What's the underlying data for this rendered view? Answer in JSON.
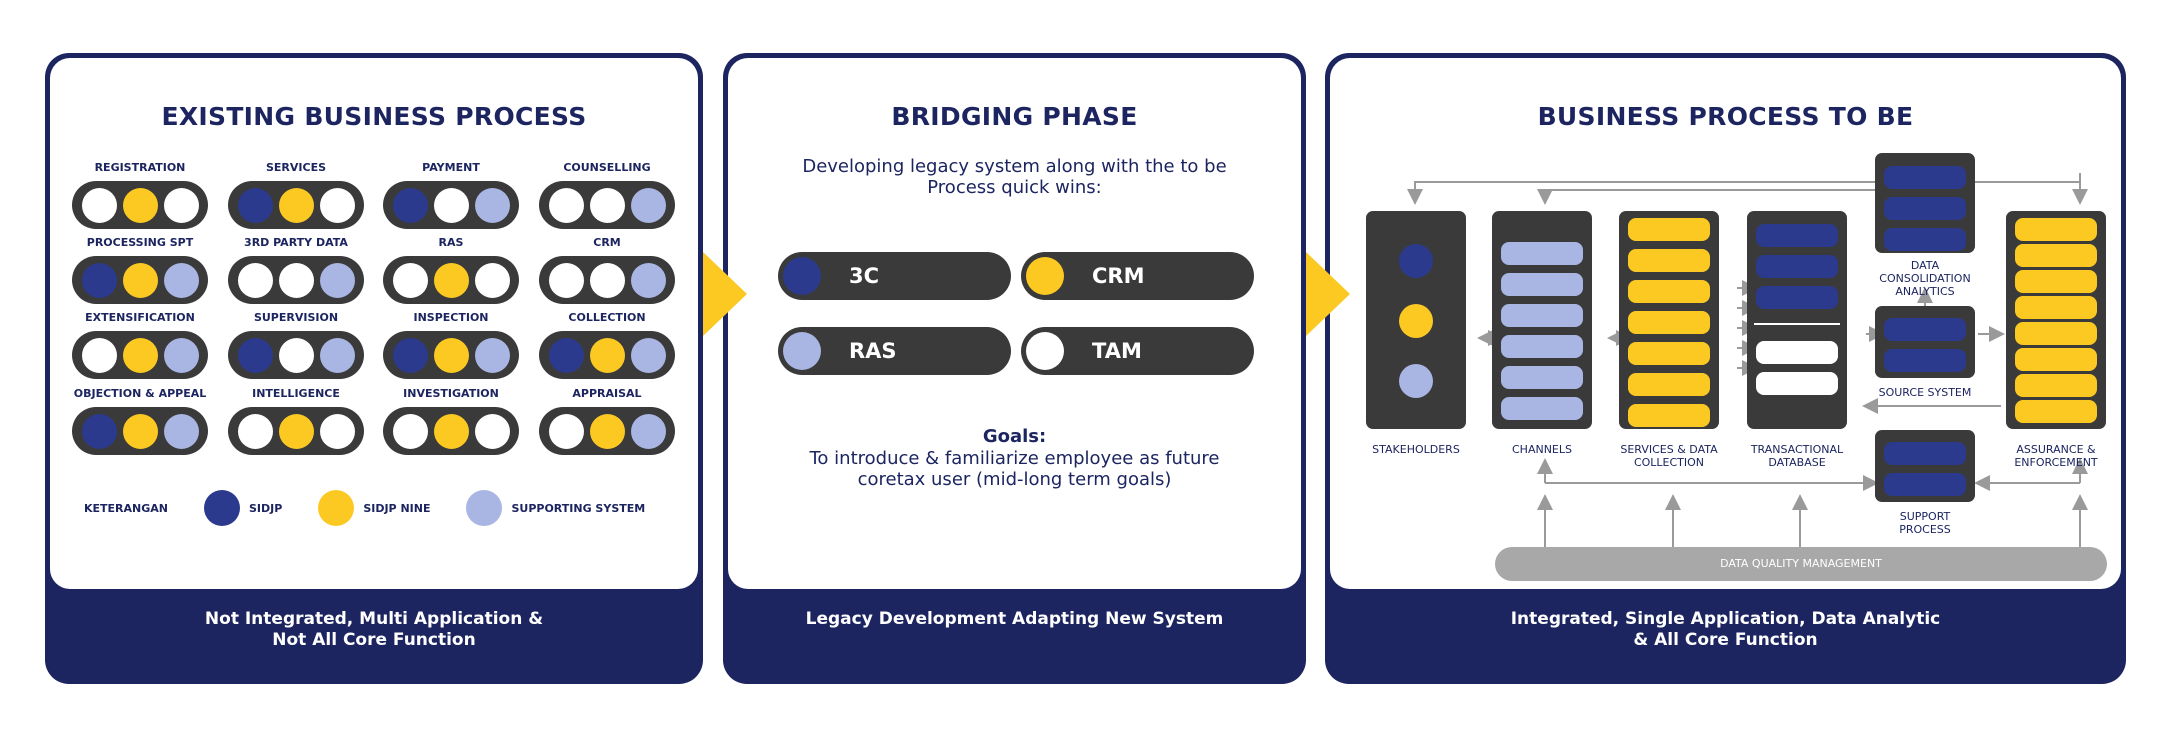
{
  "panel1": {
    "title": "EXISTING BUSINESS PROCESS",
    "footer": "Not Integrated, Multi Application &\nNot All Core Function",
    "groups": [
      {
        "label": "REGISTRATION",
        "dots": [
          "white",
          "yellow",
          "white"
        ]
      },
      {
        "label": "SERVICES",
        "dots": [
          "navy",
          "yellow",
          "white"
        ]
      },
      {
        "label": "PAYMENT",
        "dots": [
          "navy",
          "white",
          "light"
        ]
      },
      {
        "label": "COUNSELLING",
        "dots": [
          "white",
          "white",
          "light"
        ]
      },
      {
        "label": "PROCESSING SPT",
        "dots": [
          "navy",
          "yellow",
          "light"
        ]
      },
      {
        "label": "3RD PARTY DATA",
        "dots": [
          "white",
          "white",
          "light"
        ]
      },
      {
        "label": "RAS",
        "dots": [
          "white",
          "yellow",
          "white"
        ]
      },
      {
        "label": "CRM",
        "dots": [
          "white",
          "white",
          "light"
        ]
      },
      {
        "label": "EXTENSIFICATION",
        "dots": [
          "white",
          "yellow",
          "light"
        ]
      },
      {
        "label": "SUPERVISION",
        "dots": [
          "navy",
          "white",
          "light"
        ]
      },
      {
        "label": "INSPECTION",
        "dots": [
          "navy",
          "yellow",
          "light"
        ]
      },
      {
        "label": "COLLECTION",
        "dots": [
          "navy",
          "yellow",
          "light"
        ]
      },
      {
        "label": "OBJECTION & APPEAL",
        "dots": [
          "navy",
          "yellow",
          "light"
        ]
      },
      {
        "label": "INTELLIGENCE",
        "dots": [
          "white",
          "yellow",
          "white"
        ]
      },
      {
        "label": "INVESTIGATION",
        "dots": [
          "white",
          "yellow",
          "white"
        ]
      },
      {
        "label": "APPRAISAL",
        "dots": [
          "white",
          "yellow",
          "light"
        ]
      }
    ],
    "legend": {
      "title": "KETERANGAN",
      "items": [
        {
          "label": "SIDJP",
          "color": "navy"
        },
        {
          "label": "SIDJP NINE",
          "color": "yellow"
        },
        {
          "label": "SUPPORTING SYSTEM",
          "color": "light"
        }
      ]
    }
  },
  "panel2": {
    "title": "BRIDGING PHASE",
    "description": "Developing legacy system along with the to be Process quick wins:",
    "systems": [
      {
        "label": "3C",
        "color": "navy"
      },
      {
        "label": "CRM",
        "color": "yellow"
      },
      {
        "label": "RAS",
        "color": "light"
      },
      {
        "label": "TAM",
        "color": "white"
      }
    ],
    "goals_title": "Goals:",
    "goals_text": "To introduce & familiarize employee as future coretax user (mid-long term goals)",
    "footer": "Legacy Development Adapting New System"
  },
  "panel3": {
    "title": "BUSINESS PROCESS TO BE",
    "labels": {
      "stakeholders": "STAKEHOLDERS",
      "channels": "CHANNELS",
      "services": "SERVICES & DATA\nCOLLECTION",
      "transactional": "TRANSACTIONAL\nDATABASE",
      "analytics": "DATA CONSOLIDATION\nANALYTICS",
      "source": "SOURCE SYSTEM",
      "support": "SUPPORT\nPROCESS",
      "assurance": "ASSURANCE &\nENFORCEMENT"
    },
    "dqm": "DATA QUALITY MANAGEMENT",
    "footer": "Integrated, Single Application, Data Analytic\n& All Core Function"
  },
  "colors": {
    "navy": "#2c3a8e",
    "yellow": "#fcc923",
    "light": "#a9b5e2",
    "white": "#ffffff",
    "frame": "#1c2560",
    "dark": "#3a3a3a",
    "grey": "#a8a8a8"
  }
}
